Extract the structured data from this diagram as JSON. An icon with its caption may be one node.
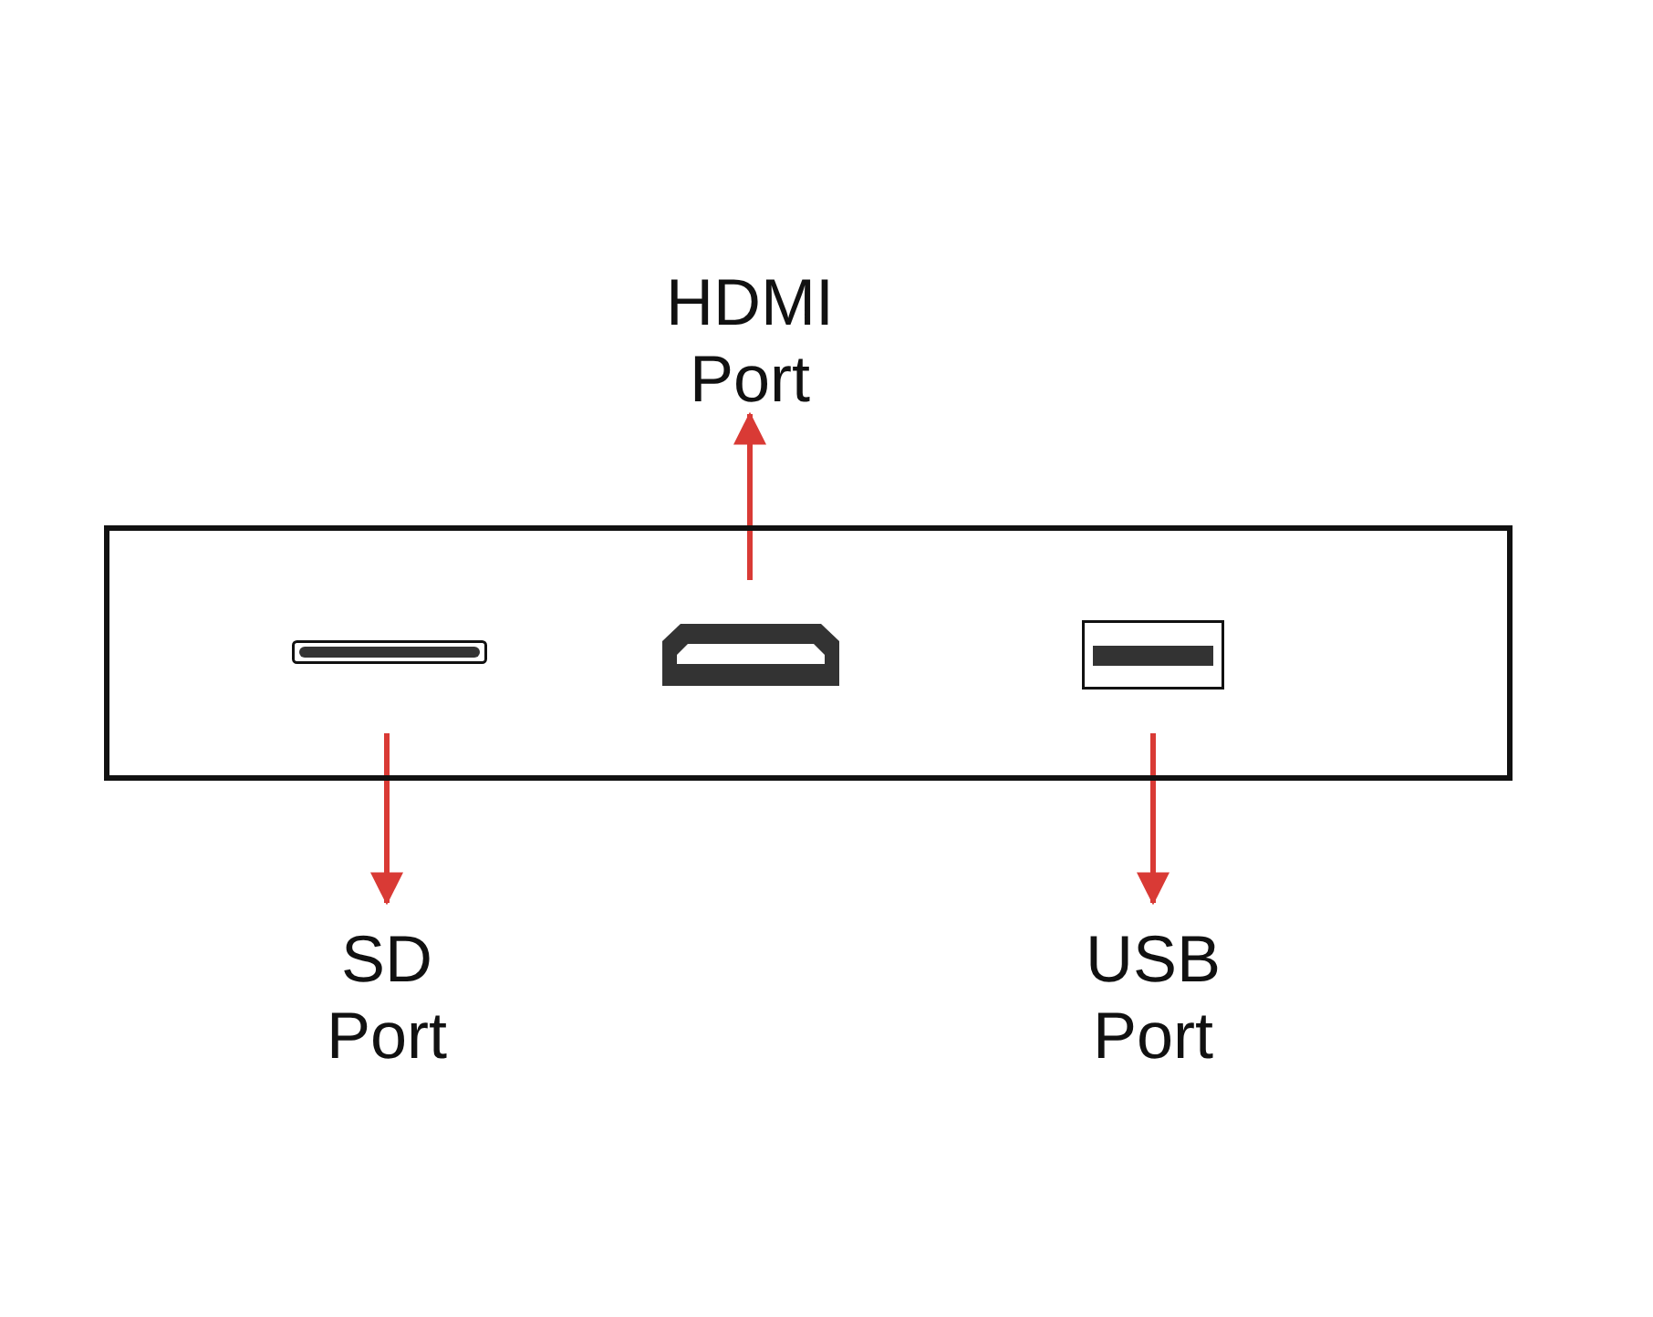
{
  "diagram": {
    "nodes": [
      {
        "text": [],
        "shape": "box"
      },
      {
        "text": [],
        "shape": "bar",
        "in": 0
      },
      {
        "text": [],
        "shape": "box",
        "in": 0
      },
      {
        "text": [],
        "shape": "box",
        "in": 0
      },
      {
        "text": [
          "HDMI Port"
        ]
      },
      {
        "text": [
          "SD Port"
        ]
      },
      {
        "text": [
          "USB Port"
        ]
      }
    ],
    "edges": [
      {
        "from": 2,
        "to": 4,
        "arrow": "to",
        "color": "#d93a35"
      },
      {
        "from": 1,
        "to": 5,
        "arrow": "to",
        "color": "#d93a35"
      },
      {
        "from": 3,
        "to": 6,
        "arrow": "to",
        "color": "#d93a35"
      }
    ]
  }
}
